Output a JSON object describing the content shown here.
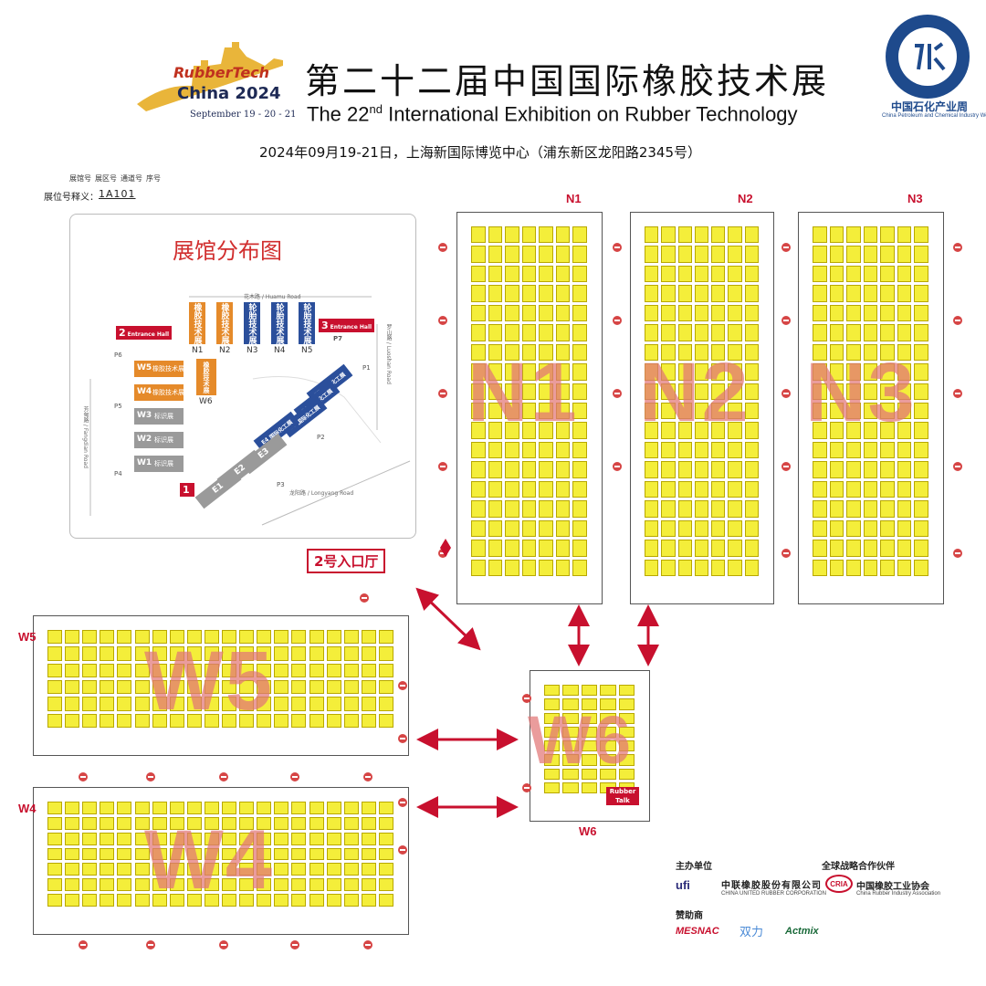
{
  "header": {
    "logo": {
      "tech": "RubberTech",
      "china": "China 2024",
      "dates": "September 19 - 20 - 21"
    },
    "title_zh": "第二十二届中国国际橡胶技术展",
    "title_en_pre": "The 22",
    "title_en_sup": "nd",
    "title_en_post": " International Exhibition on Rubber Technology",
    "subtitle": "2024年09月19-21日，上海新国际博览中心（浦东新区龙阳路2345号）",
    "seal_zh": "中国石化产业周",
    "seal_en": "China Petroleum and Chemical Industry Week"
  },
  "booth_legend": {
    "parts": [
      "展馆号",
      "展区号",
      "通道号",
      "序号"
    ],
    "label": "展位号释义：",
    "code": "1A101"
  },
  "overview": {
    "title": "展馆分布图",
    "roads": {
      "huamu": "花木路 / Huamu Road",
      "luoshan": "罗山路 / Luoshan Road",
      "longyang": "龙阳路 / Longyang Road",
      "fangdian": "芳甸路 / Fangdian Road"
    },
    "halls_n": [
      {
        "code": "N1",
        "name": "橡胶技术展",
        "color": "orange"
      },
      {
        "code": "N2",
        "name": "橡胶技术展",
        "color": "orange"
      },
      {
        "code": "N3",
        "name": "轮胎技术展",
        "color": "blue"
      },
      {
        "code": "N4",
        "name": "轮胎技术展",
        "color": "blue"
      },
      {
        "code": "N5",
        "name": "轮胎技术展",
        "color": "blue"
      }
    ],
    "halls_w": [
      {
        "code": "W5",
        "name": "橡胶技术展",
        "color": "orange"
      },
      {
        "code": "W4",
        "name": "橡胶技术展",
        "color": "orange"
      },
      {
        "code": "W3",
        "name": "标识展",
        "color": "grey"
      },
      {
        "code": "W2",
        "name": "标识展",
        "color": "grey"
      },
      {
        "code": "W1",
        "name": "标识展",
        "color": "grey"
      }
    ],
    "hall_w6": {
      "code": "W6",
      "name": "橡胶技术展"
    },
    "halls_e": [
      {
        "code": "E7",
        "name": "国际化工展"
      },
      {
        "code": "E6",
        "name": "国际化工展"
      },
      {
        "code": "E5",
        "name": "国际化工展"
      },
      {
        "code": "E4",
        "name": "国际化工展"
      },
      {
        "code": "E3",
        "name": ""
      },
      {
        "code": "E2",
        "name": ""
      },
      {
        "code": "E1",
        "name": ""
      }
    ],
    "entrances": [
      {
        "num": "2",
        "label": "Entrance Hall"
      },
      {
        "num": "3",
        "label": "Entrance Hall"
      },
      {
        "num": "1",
        "label": ""
      }
    ],
    "parking": [
      "P1",
      "P2",
      "P3",
      "P4",
      "P5",
      "P6",
      "P7"
    ]
  },
  "floorplans": {
    "n1": {
      "label": "N1",
      "watermark": "N1"
    },
    "n2": {
      "label": "N2",
      "watermark": "N2"
    },
    "n3": {
      "label": "N3",
      "watermark": "N3"
    },
    "w5": {
      "label": "W5",
      "watermark": "W5"
    },
    "w4": {
      "label": "W4",
      "watermark": "W4"
    },
    "w6": {
      "label": "W6",
      "watermark": "W6"
    }
  },
  "entrance_hall_2": "2号入口厅",
  "rubber_talk": "Rubber Talk",
  "footer": {
    "organizer_head": "主办单位",
    "partner_head": "全球战略合作伙伴",
    "sponsor_head": "赞助商",
    "ufi": "ufi",
    "cuc_zh": "中联橡胶股份有限公司",
    "cuc_en": "CHINA UNITED RUBBER CORPORATION",
    "cria_mark": "CRIA",
    "cria_zh": "中国橡胶工业协会",
    "cria_en": "China Rubber Industry Association",
    "mesnac": "MESNAC",
    "shuangli": "双力",
    "actmix": "Actmix"
  },
  "colors": {
    "accent_red": "#c8102e",
    "booth_yellow": "#f4ee3a",
    "watermark_pink": "#e27676",
    "orange_hall": "#e58a2a",
    "blue_hall": "#2b4f9b",
    "grey_hall": "#9a9a9a"
  }
}
